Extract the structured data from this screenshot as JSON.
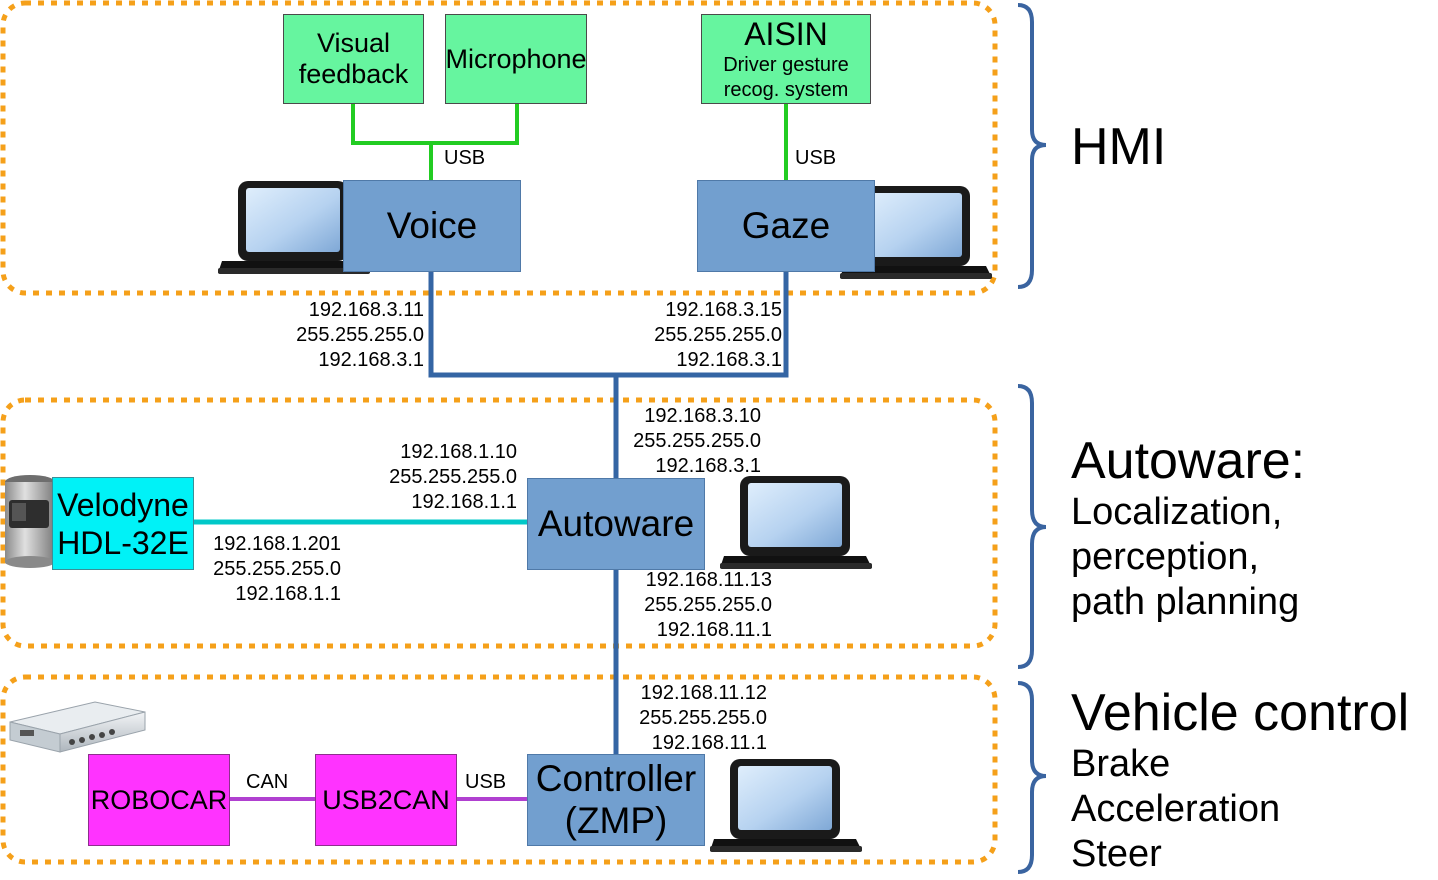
{
  "colors": {
    "hmi_devices": "#66f59f",
    "computers": "#729fcf",
    "lidar": "#00f2f7",
    "vehicle": "#ff33ff",
    "group_border": "#f5a01a",
    "ethernet": "#3465a4",
    "usb_link": "#22cc22",
    "lidar_link": "#00c8c8",
    "can_link": "#b040d0",
    "brace": "#3a64a0"
  },
  "devices": {
    "visual_feedback": [
      "Visual",
      "feedback"
    ],
    "microphone": "Microphone",
    "aisin": {
      "title": "AISIN",
      "line1": "Driver gesture",
      "line2": "recog. system"
    },
    "voice": "Voice",
    "gaze": "Gaze",
    "velodyne": [
      "Velodyne",
      "HDL-32E"
    ],
    "autoware": "Autoware",
    "robocar": "ROBOCAR",
    "usb2can": "USB2CAN",
    "controller": [
      "Controller",
      "(ZMP)"
    ]
  },
  "links": {
    "usb_voice": "USB",
    "usb_gaze": "USB",
    "can": "CAN",
    "usb_controller": "USB"
  },
  "ip_labels": {
    "voice": [
      "192.168.3.11",
      "255.255.255.0",
      "192.168.3.1"
    ],
    "gaze": [
      "192.168.3.15",
      "255.255.255.0",
      "192.168.3.1"
    ],
    "autoware_hmi": [
      "192.168.3.10",
      "255.255.255.0",
      "192.168.3.1"
    ],
    "autoware_lidar": [
      "192.168.1.10",
      "255.255.255.0",
      "192.168.1.1"
    ],
    "velodyne": [
      "192.168.1.201",
      "255.255.255.0",
      "192.168.1.1"
    ],
    "autoware_ctrl": [
      "192.168.11.13",
      "255.255.255.0",
      "192.168.11.1"
    ],
    "controller": [
      "192.168.11.12",
      "255.255.255.0",
      "192.168.11.1"
    ]
  },
  "sections": {
    "hmi": "HMI",
    "autoware": {
      "title": "Autoware:",
      "lines": [
        "Localization,",
        "perception,",
        "path planning"
      ]
    },
    "vehicle": {
      "title": "Vehicle control",
      "lines": [
        "Brake",
        "Acceleration",
        "Steer"
      ]
    }
  },
  "icons": [
    "laptop-icon",
    "lidar-sensor-icon",
    "robocar-unit-icon"
  ]
}
